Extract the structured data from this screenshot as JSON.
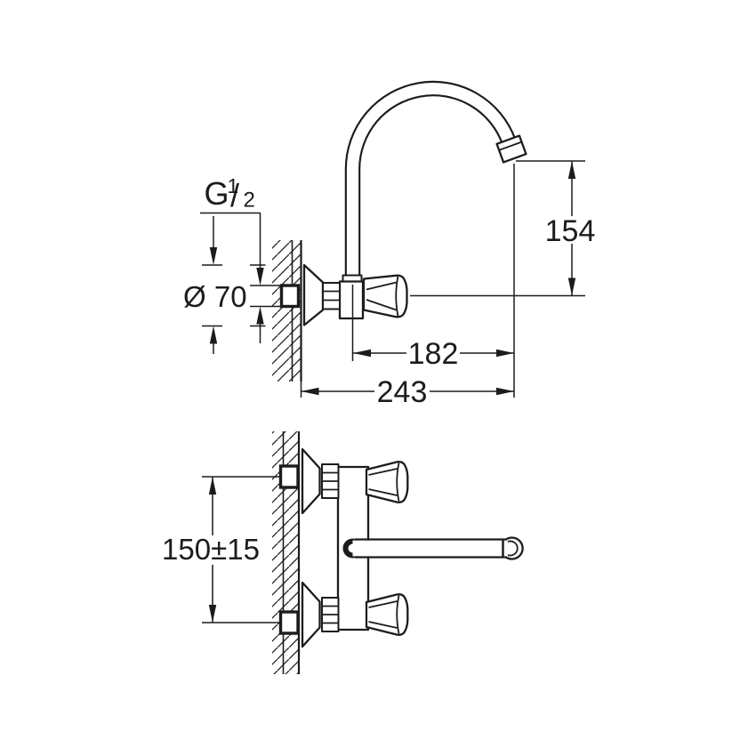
{
  "drawing": {
    "colors": {
      "line": "#1c1c1c",
      "background": "#ffffff"
    },
    "labels": {
      "thread_size_prefix": "G",
      "thread_size_numerator": "1",
      "thread_size_slash": "/",
      "thread_size_denominator": "2",
      "escutcheon_diameter": "Ø 70",
      "spout_outlet_height": "154",
      "spout_reach": "182",
      "overall_projection": "243",
      "inlet_centers_distance": "150±15"
    }
  }
}
